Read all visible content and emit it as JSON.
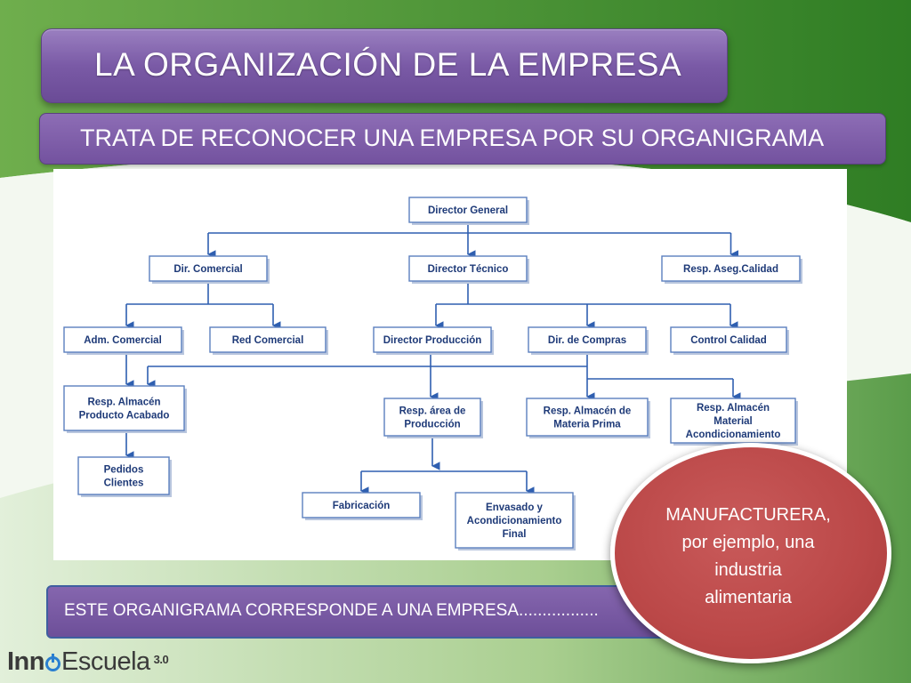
{
  "slide": {
    "title": "LA ORGANIZACIÓN DE LA EMPRESA",
    "subtitle": "TRATA DE RECONOCER UNA EMPRESA POR SU ORGANIGRAMA",
    "question": "ESTE ORGANIGRAMA CORRESPONDE A UNA EMPRESA.................",
    "answer_line1": "MANUFACTURERA,",
    "answer_line2": "por ejemplo, una",
    "answer_line3": "industria",
    "answer_line4": "alimentaria"
  },
  "logo": {
    "part1": "Inn",
    "part2": "Escuela",
    "version": "3.0",
    "icon": "power-icon"
  },
  "org_chart": {
    "node_fill": "#ffffff",
    "node_border": "#5b7fbe",
    "line_color": "#2f5fb0",
    "nodes": [
      {
        "id": "director_general",
        "lines": [
          "Director General"
        ]
      },
      {
        "id": "dir_comercial",
        "lines": [
          "Dir. Comercial"
        ]
      },
      {
        "id": "director_tecnico",
        "lines": [
          "Director Técnico"
        ]
      },
      {
        "id": "resp_aseg_calidad",
        "lines": [
          "Resp. Aseg.Calidad"
        ]
      },
      {
        "id": "adm_comercial",
        "lines": [
          "Adm. Comercial"
        ]
      },
      {
        "id": "red_comercial",
        "lines": [
          "Red Comercial"
        ]
      },
      {
        "id": "director_produccion",
        "lines": [
          "Director Producción"
        ]
      },
      {
        "id": "dir_compras",
        "lines": [
          "Dir. de Compras"
        ]
      },
      {
        "id": "control_calidad",
        "lines": [
          "Control Calidad"
        ]
      },
      {
        "id": "resp_almacen_acabado",
        "lines": [
          "Resp. Almacén",
          "Producto Acabado"
        ]
      },
      {
        "id": "resp_area_produccion",
        "lines": [
          "Resp. área de",
          "Producción"
        ]
      },
      {
        "id": "resp_almacen_materia",
        "lines": [
          "Resp. Almacén de",
          "Materia Prima"
        ]
      },
      {
        "id": "resp_almacen_material",
        "lines": [
          "Resp. Almacén",
          "Material",
          "Acondicionamiento"
        ]
      },
      {
        "id": "pedidos_clientes",
        "lines": [
          "Pedidos",
          "Clientes"
        ]
      },
      {
        "id": "fabricacion",
        "lines": [
          "Fabricación"
        ]
      },
      {
        "id": "envasado",
        "lines": [
          "Envasado y",
          "Acondicionamiento",
          "Final"
        ]
      }
    ]
  }
}
